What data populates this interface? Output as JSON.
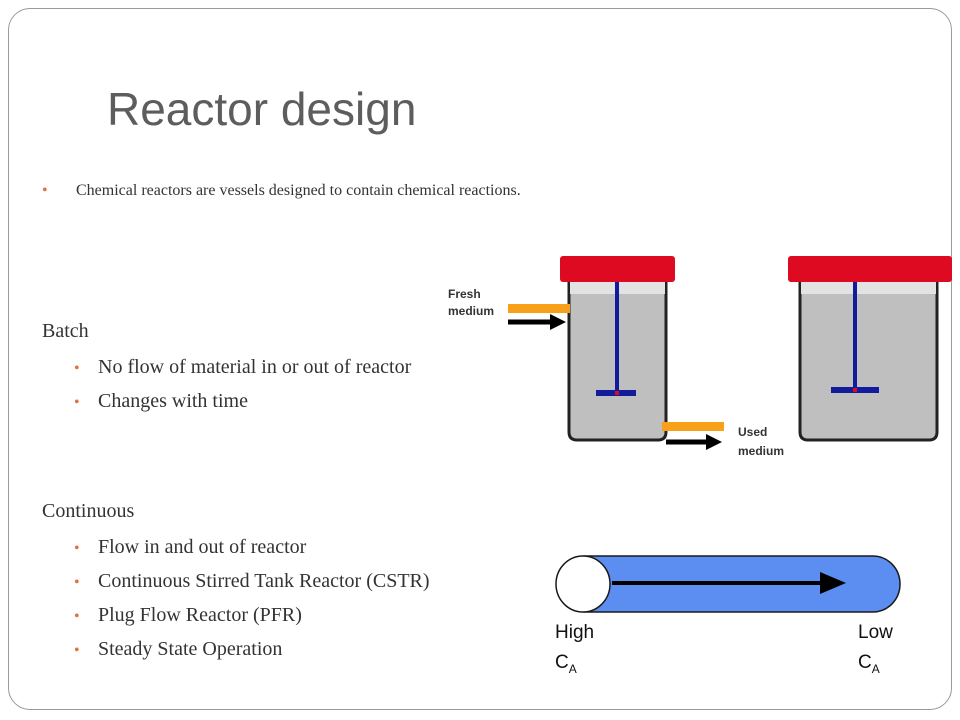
{
  "slide": {
    "title": "Reactor design",
    "intro": "Chemical reactors are vessels designed to contain chemical reactions.",
    "batch": {
      "heading": "Batch",
      "items": [
        {
          "label": "No flow of material in or out of reactor"
        },
        {
          "label": "Changes with time"
        }
      ]
    },
    "continuous": {
      "heading": "Continuous",
      "items": [
        {
          "label": "Flow in and out of reactor"
        },
        {
          "label": "Continuous Stirred Tank Reactor (CSTR)"
        },
        {
          "label": "Plug Flow Reactor (PFR)"
        },
        {
          "label": "Steady State Operation"
        }
      ]
    }
  },
  "diagram_tanks": {
    "fresh_line1": "Fresh",
    "fresh_line2": "medium",
    "used_line1": "Used",
    "used_line2": "medium"
  },
  "diagram_pfr": {
    "left_word": "High",
    "right_word": "Low",
    "conc_main": "C",
    "conc_sub": "A"
  },
  "colors": {
    "bullet": "#e0733b",
    "lid": "#dd0a22",
    "tank_fill": "#bfbfbf",
    "agitator": "#101c9c",
    "pipe": "#f7a11a",
    "tube": "#5b8ef0"
  }
}
